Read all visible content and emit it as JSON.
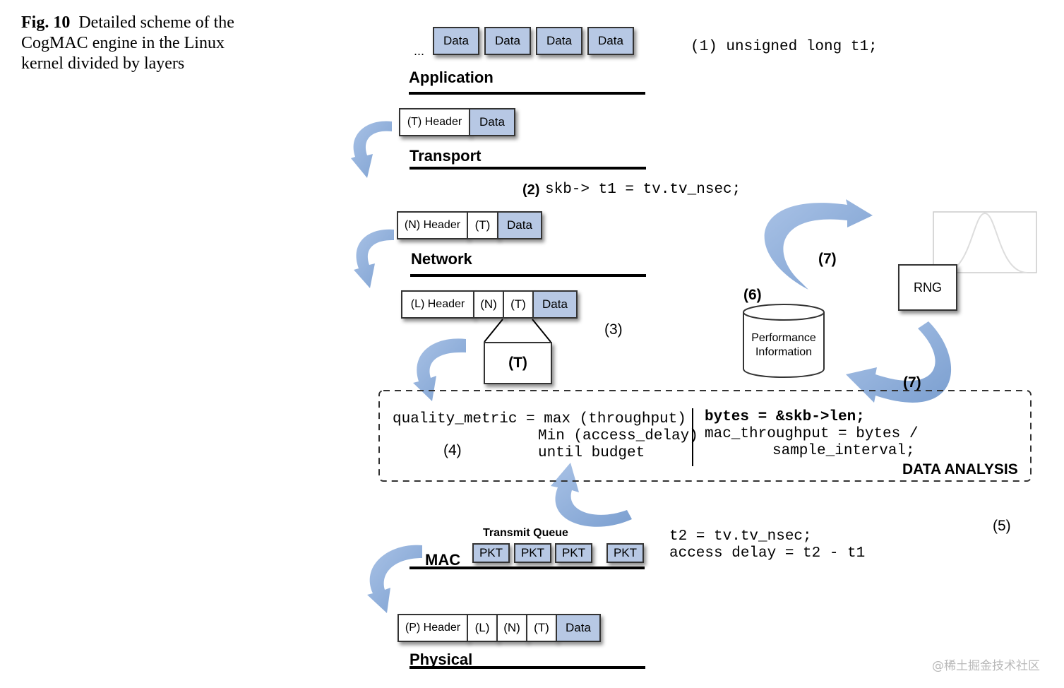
{
  "caption": {
    "fig_label": "Fig. 10",
    "text": "Detailed scheme of the CogMAC engine in the Linux kernel divided by layers"
  },
  "application": {
    "ellipsis": "...",
    "data_boxes": [
      "Data",
      "Data",
      "Data",
      "Data"
    ],
    "label": "Application",
    "code": "(1) unsigned long t1;"
  },
  "transport": {
    "header": "(T) Header",
    "data": "Data",
    "label": "Transport",
    "code_num": "(2)",
    "code": "skb-> t1 = tv.tv_nsec;"
  },
  "network": {
    "header": "(N) Header",
    "t": "(T)",
    "data": "Data",
    "label": "Network"
  },
  "link": {
    "header": "(L) Header",
    "n": "(N)",
    "t": "(T)",
    "data": "Data",
    "zoom_box": "(T)",
    "step": "(3)"
  },
  "analysis": {
    "quality_line1": "quality_metric = max (throughput)",
    "quality_line2": "Min (access_delay)",
    "quality_line3": "until budget",
    "step4": "(4)",
    "bytes_line": "bytes = &skb->len;",
    "mac_line1": "mac_throughput = bytes /",
    "mac_line2": "sample_interval;",
    "title": "DATA ANALYSIS"
  },
  "perf": {
    "step": "(6)",
    "line1": "Performance",
    "line2": "Information"
  },
  "rng": {
    "label": "RNG"
  },
  "step7_top": "(7)",
  "step7_bottom": "(7)",
  "mac": {
    "queue_label": "Transmit Queue",
    "label": "MAC",
    "pkts": [
      "PKT",
      "PKT",
      "PKT",
      "PKT"
    ],
    "code1": "t2 = tv.tv_nsec;",
    "code2": "access delay = t2 - t1",
    "step5": "(5)"
  },
  "physical": {
    "header": "(P) Header",
    "l": "(L)",
    "n": "(N)",
    "t": "(T)",
    "data": "Data",
    "label": "Physical"
  },
  "watermark": "@稀土掘金技术社区",
  "colors": {
    "box_fill": "#b7c8e4",
    "arrow": "#8fb0dc"
  }
}
